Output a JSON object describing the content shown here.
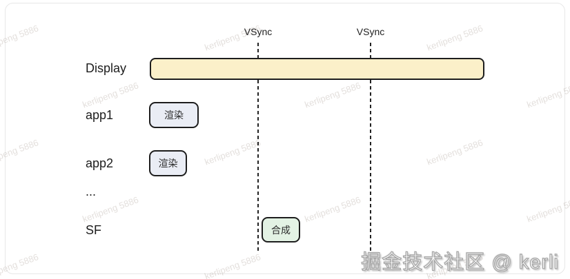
{
  "diagram": {
    "vsync_labels": [
      "VSync",
      "VSync"
    ],
    "rows": [
      {
        "label": "Display",
        "box_text": ""
      },
      {
        "label": "app1",
        "box_text": "渲染"
      },
      {
        "label": "app2",
        "box_text": "渲染"
      },
      {
        "label": "...",
        "box_text": ""
      },
      {
        "label": "SF",
        "box_text": "合成"
      }
    ],
    "colors": {
      "display_bar_fill": "#fbf0c9",
      "render_box_fill": "#eaedf5",
      "compose_box_fill": "#e3f2e4",
      "box_border": "#1d1d1d",
      "vsync_line": "#222222"
    }
  },
  "watermark": {
    "tile_text": "kerlipeng 5886",
    "credit_text": "掘金技术社区 @ kerli"
  }
}
